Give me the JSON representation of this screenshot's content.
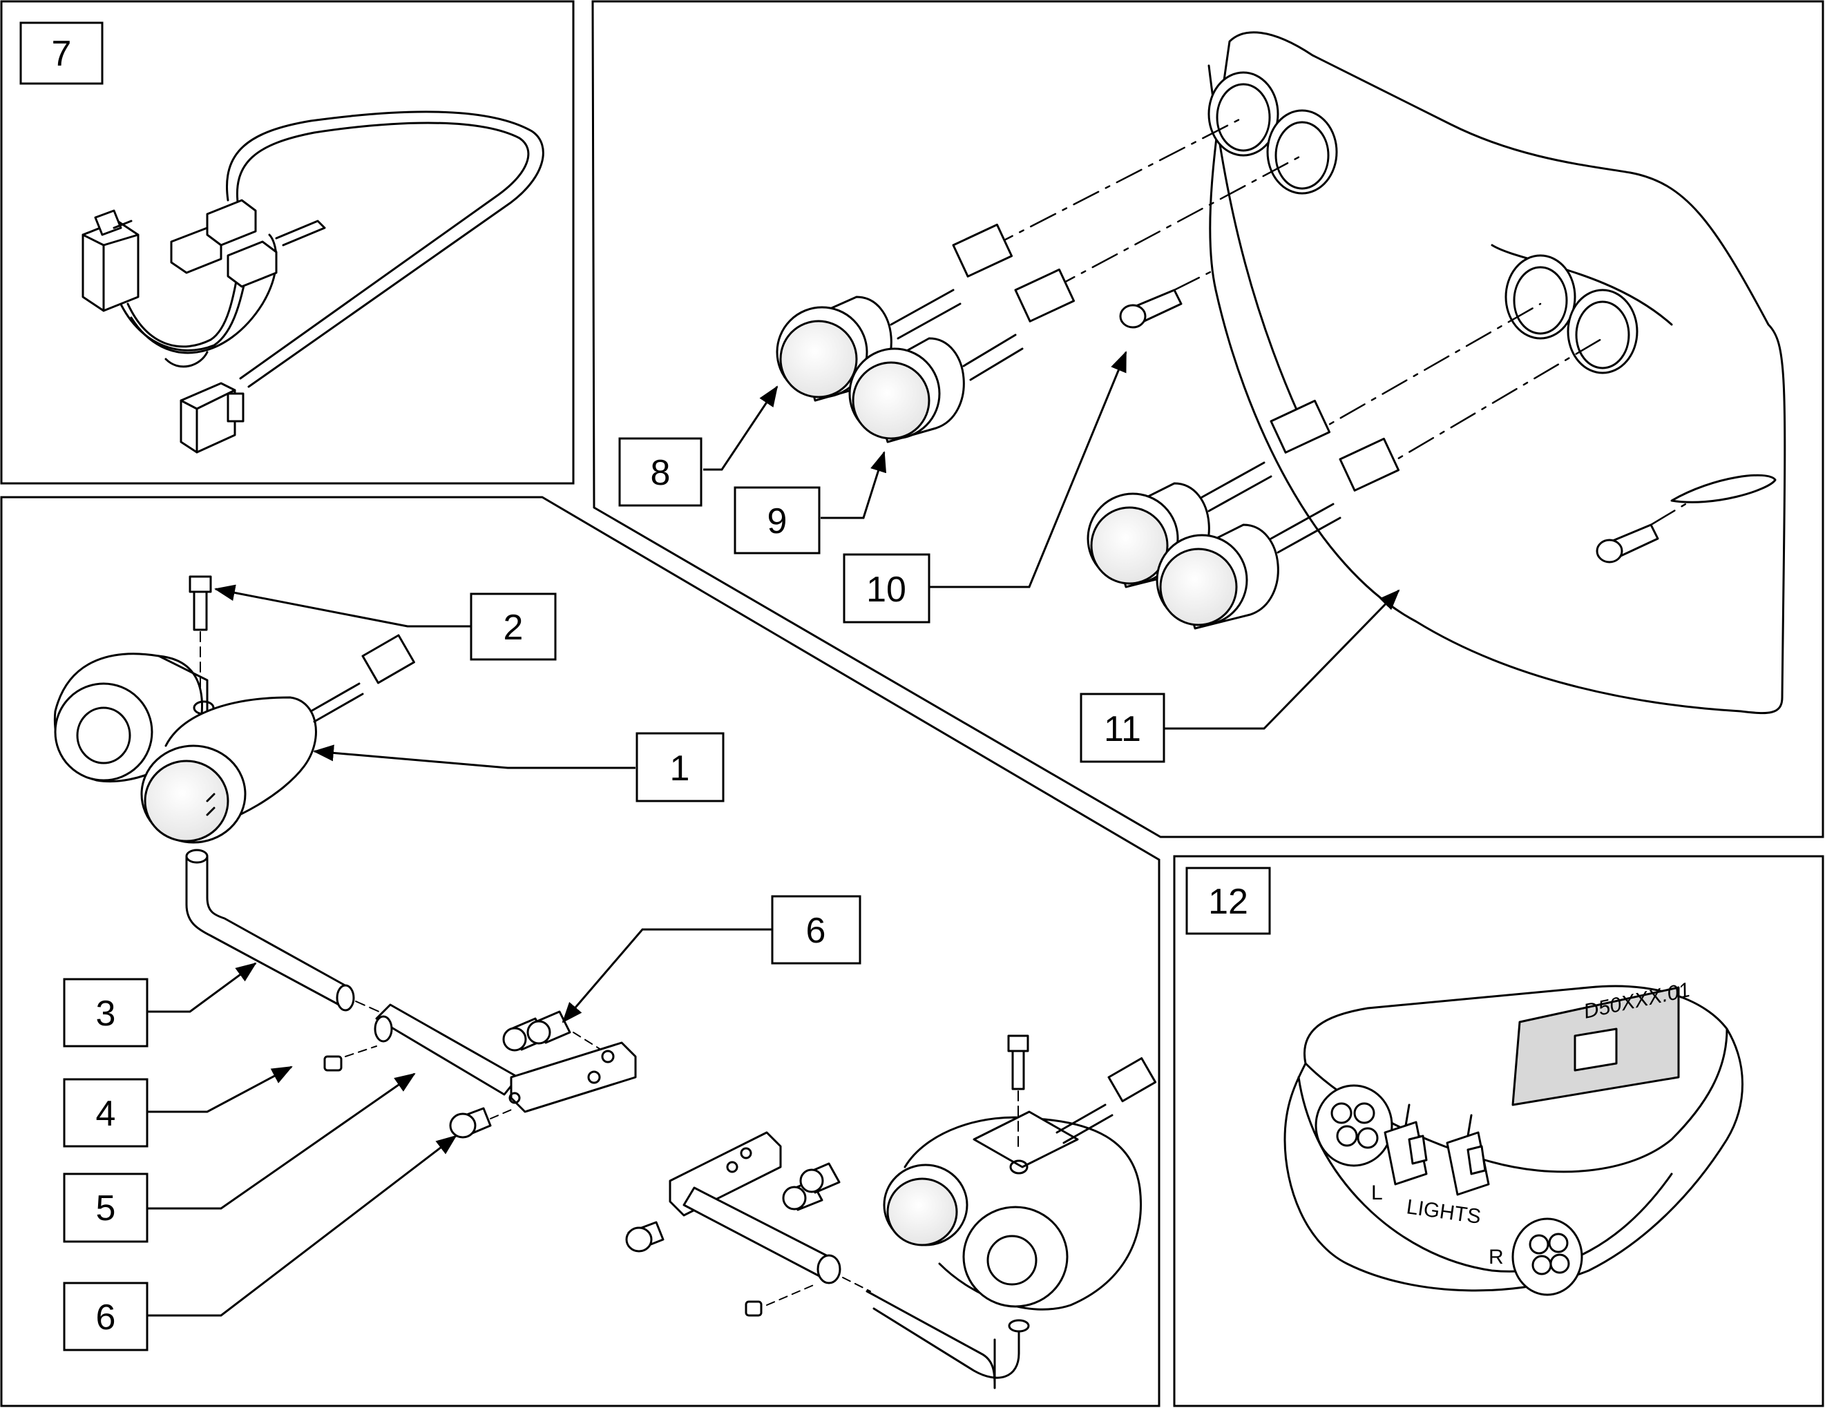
{
  "callouts": {
    "c1": "1",
    "c2": "2",
    "c3": "3",
    "c4": "4",
    "c5": "5",
    "c6a": "6",
    "c6b": "6",
    "c7": "7",
    "c8": "8",
    "c9": "9",
    "c10": "10",
    "c11": "11",
    "c12": "12"
  },
  "module": {
    "part_label": "D50XXX.01",
    "left_letter": "L",
    "right_letter": "R",
    "lights_label": "LIGHTS"
  },
  "colors": {
    "line": "#000000",
    "background": "#ffffff",
    "shade": "#d8d8d8"
  }
}
